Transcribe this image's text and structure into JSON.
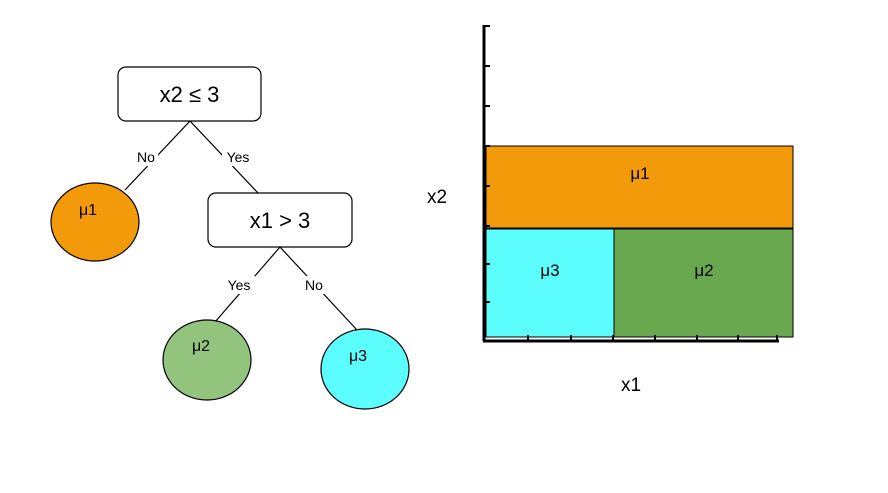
{
  "tree": {
    "root": {
      "label": "x2 ≤ 3"
    },
    "root_no_edge": "No",
    "root_yes_edge": "Yes",
    "leaf_mu1": {
      "label": "μ1",
      "color": "#f39a0b"
    },
    "split": {
      "label": "x1 > 3"
    },
    "split_yes_edge": "Yes",
    "split_no_edge": "No",
    "leaf_mu2": {
      "label": "μ2",
      "color": "#93c47d"
    },
    "leaf_mu3": {
      "label": "μ3",
      "color": "#5bfdfd"
    }
  },
  "partition": {
    "x_label": "x1",
    "y_label": "x2",
    "regions": {
      "mu1": {
        "label": "μ1",
        "color": "#f39a0b"
      },
      "mu3": {
        "label": "μ3",
        "color": "#5bfdfd"
      },
      "mu2": {
        "label": "μ2",
        "color": "#6aa84f"
      }
    }
  }
}
